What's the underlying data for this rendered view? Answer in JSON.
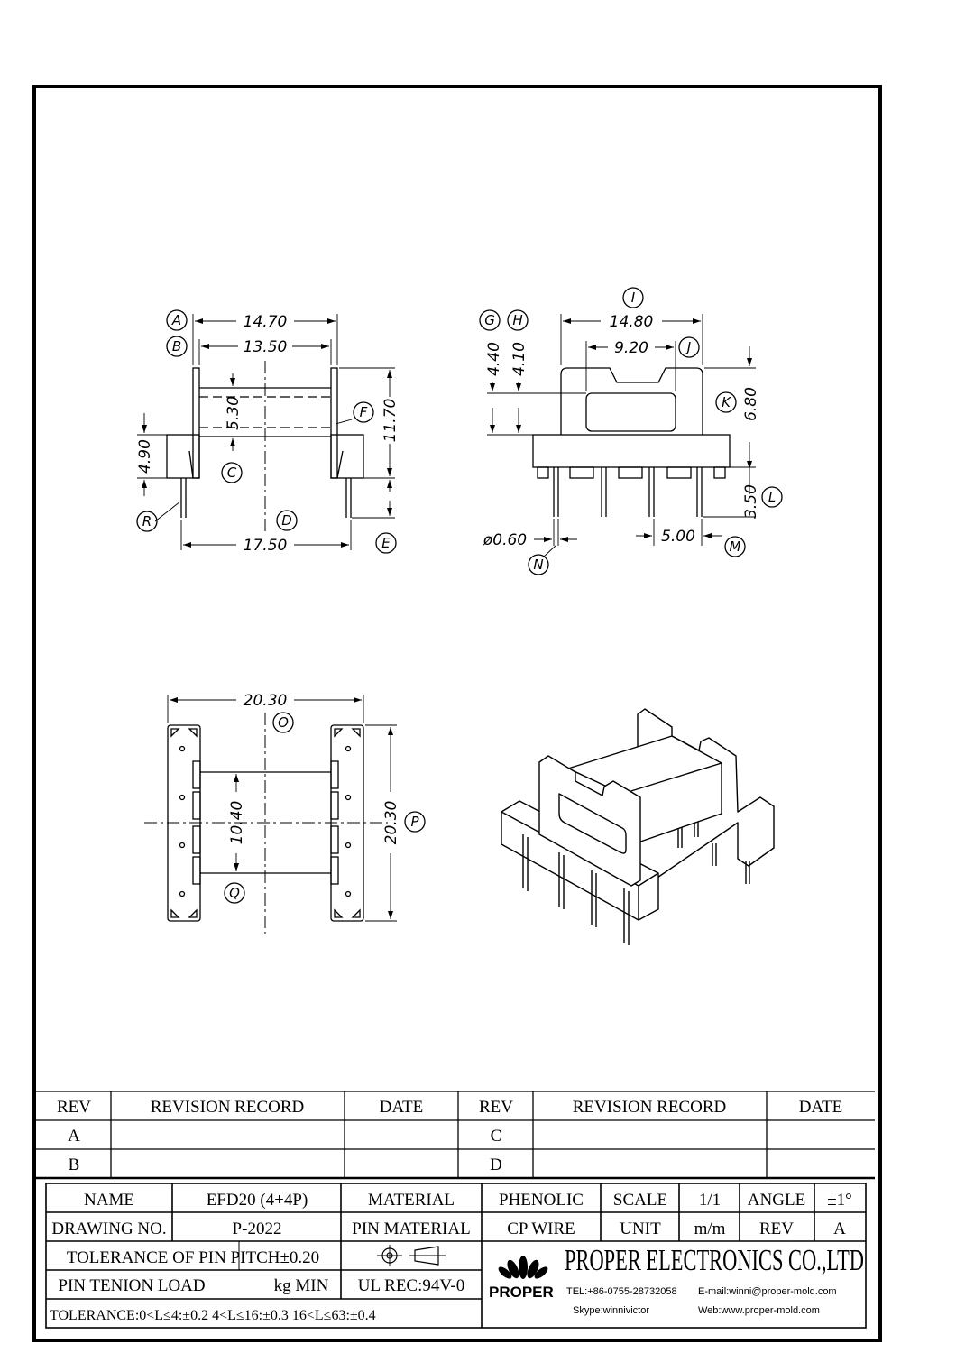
{
  "views": {
    "side": {
      "dims": {
        "A": "14.70",
        "B": "13.50",
        "height": "11.70",
        "core": "5.30",
        "flange": "4.90",
        "span": "17.50"
      },
      "labels": {
        "A": "A",
        "B": "B",
        "C": "C",
        "D": "D",
        "E": "E",
        "F": "F",
        "R": "R"
      }
    },
    "front": {
      "dims": {
        "I": "14.80",
        "J": "9.20",
        "G": "4.40",
        "H": "4.10",
        "K": "6.80",
        "L": "3.50",
        "M": "5.00",
        "N": "ø0.60"
      },
      "labels": {
        "G": "G",
        "H": "H",
        "I": "I",
        "J": "J",
        "K": "K",
        "L": "L",
        "M": "M",
        "N": "N"
      }
    },
    "top": {
      "dims": {
        "width": "20.30",
        "height": "20.30",
        "inner": "10.40"
      },
      "labels": {
        "O": "O",
        "P": "P",
        "Q": "Q"
      }
    }
  },
  "revision_table": {
    "headers": [
      "REV",
      "REVISION RECORD",
      "DATE",
      "REV",
      "REVISION RECORD",
      "DATE"
    ],
    "rows": [
      [
        "A",
        "",
        "",
        "C",
        "",
        ""
      ],
      [
        "B",
        "",
        "",
        "D",
        "",
        ""
      ]
    ]
  },
  "title_block": {
    "name_label": "NAME",
    "name_value": "EFD20 (4+4P)",
    "material_label": "MATERIAL",
    "material_value": "PHENOLIC",
    "scale_label": "SCALE",
    "scale_value": "1/1",
    "angle_label": "ANGLE",
    "angle_value": "±1°",
    "drawing_no_label": "DRAWING NO.",
    "drawing_no_value": "P-2022",
    "pin_material_label": "PIN MATERIAL",
    "pin_material_value": "CP WIRE",
    "unit_label": "UNIT",
    "unit_value": "m/m",
    "rev_label": "REV",
    "rev_value": "A",
    "pitch_tolerance": "TOLERANCE OF PIN PITCH±0.20",
    "pin_load_label": "PIN TENION LOAD",
    "pin_load_unit": "kg MIN",
    "ul": "UL REC:94V-0",
    "tolerance": "TOLERANCE:0<L≤4:±0.2  4<L≤16:±0.3  16<L≤63:±0.4",
    "company": "PROPER ELECTRONICS CO.,LTD",
    "logo_text": "PROPER",
    "tel": "TEL:+86-0755-28732058",
    "email": "E-mail:winni@proper-mold.com",
    "skype": "Skype:winnivictor",
    "web": "Web:www.proper-mold.com"
  }
}
